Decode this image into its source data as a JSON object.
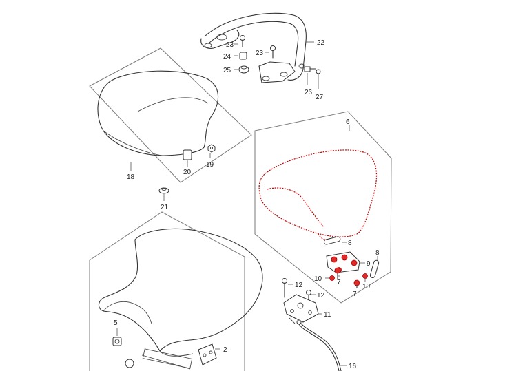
{
  "diagram": {
    "highlight_color": "#d01010",
    "line_color": "#333333",
    "part_numbers": {
      "n2": "2",
      "n5": "5",
      "n6": "6",
      "n7a": "7",
      "n7b": "7",
      "n8a": "8",
      "n8b": "8",
      "n9": "9",
      "n10a": "10",
      "n10b": "10",
      "n11": "11",
      "n12a": "12",
      "n12b": "12",
      "n16": "16",
      "n18": "18",
      "n19": "19",
      "n20": "20",
      "n21": "21",
      "n22": "22",
      "n23a": "23",
      "n23b": "23",
      "n24": "24",
      "n25": "25",
      "n26": "26",
      "n27": "27"
    }
  }
}
